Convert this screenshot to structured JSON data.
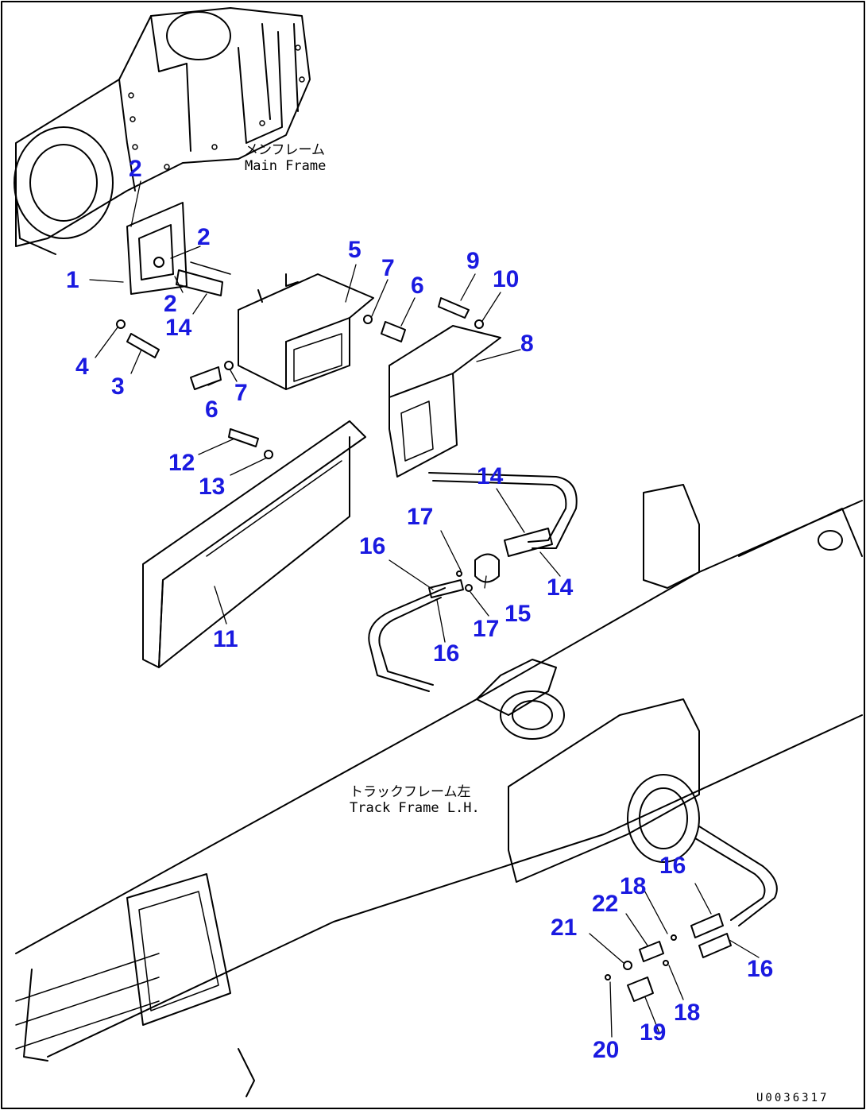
{
  "labels": {
    "main_frame_jp": "メンフレーム",
    "main_frame_en": "Main Frame",
    "track_frame_jp": "トラックフレーム左",
    "track_frame_en": "Track Frame L.H.",
    "drawing_id": "U0036317"
  },
  "callouts": {
    "c1": "1",
    "c2a": "2",
    "c2b": "2",
    "c2c": "2",
    "c3": "3",
    "c4": "4",
    "c5": "5",
    "c6a": "6",
    "c6b": "6",
    "c7a": "7",
    "c7b": "7",
    "c8": "8",
    "c9": "9",
    "c10": "10",
    "c11": "11",
    "c12": "12",
    "c13": "13",
    "c14a": "14",
    "c14b": "14",
    "c14c": "14",
    "c15": "15",
    "c16a": "16",
    "c16b": "16",
    "c16c": "16",
    "c16d": "16",
    "c17a": "17",
    "c17b": "17",
    "c18a": "18",
    "c18b": "18",
    "c19": "19",
    "c20": "20",
    "c21": "21",
    "c22": "22"
  },
  "colors": {
    "callout": "#1a1ae0",
    "line": "#000000",
    "background": "#ffffff"
  }
}
